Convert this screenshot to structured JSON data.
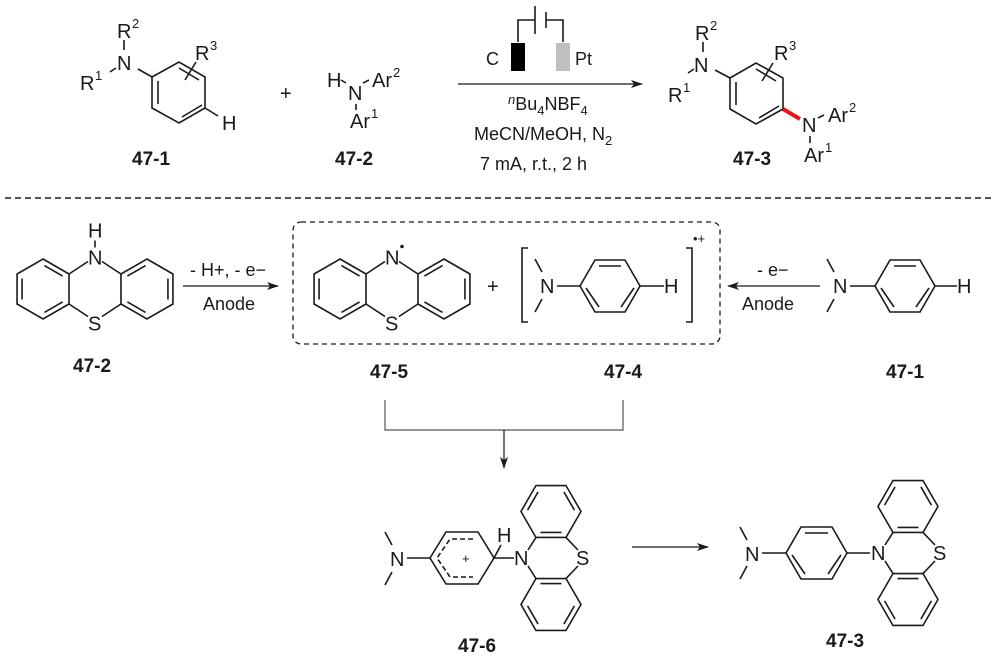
{
  "title": "Electrochemical dehydrogenative C–N coupling of N,N-dialkylanilines with diarylamines",
  "colors": {
    "new_bond": "#e8141b",
    "cathode": "#000000",
    "anode_pt": "#c0c0c0",
    "ink": "#1a1a1a"
  },
  "top_reaction": {
    "reactant1": {
      "label": "47-1",
      "substituents": [
        "R1",
        "R2",
        "R3",
        "H"
      ]
    },
    "plus": "+",
    "reactant2": {
      "label": "47-2",
      "atoms": [
        "H",
        "N",
        "Ar2",
        "Ar1"
      ]
    },
    "electrodes": {
      "left": "C",
      "right": "Pt"
    },
    "conditions": {
      "electrolyte": "nBu4NBF4",
      "solvent": "MeCN/MeOH, N2",
      "params": "7 mA, r.t., 2 h"
    },
    "product": {
      "label": "47-3"
    }
  },
  "mechanism": {
    "phenothiazine": {
      "label": "47-2",
      "atoms": [
        "H",
        "N",
        "S"
      ]
    },
    "step1": {
      "above": "- H+, - e−",
      "below": "Anode"
    },
    "radical": {
      "label": "47-5",
      "atoms": [
        "N",
        "S"
      ]
    },
    "plus": "+",
    "radical_cation": {
      "label": "47-4",
      "charge": "•+",
      "atoms": [
        "N",
        "H"
      ]
    },
    "step2": {
      "above": "- e−",
      "below": "Anode"
    },
    "aniline": {
      "label": "47-1",
      "atoms": [
        "N",
        "H"
      ]
    },
    "intermediate": {
      "label": "47-6",
      "atoms": [
        "N",
        "H",
        "N",
        "S"
      ],
      "charge": "+"
    },
    "final_product": {
      "label": "47-3",
      "atoms": [
        "N",
        "N",
        "S"
      ]
    }
  }
}
